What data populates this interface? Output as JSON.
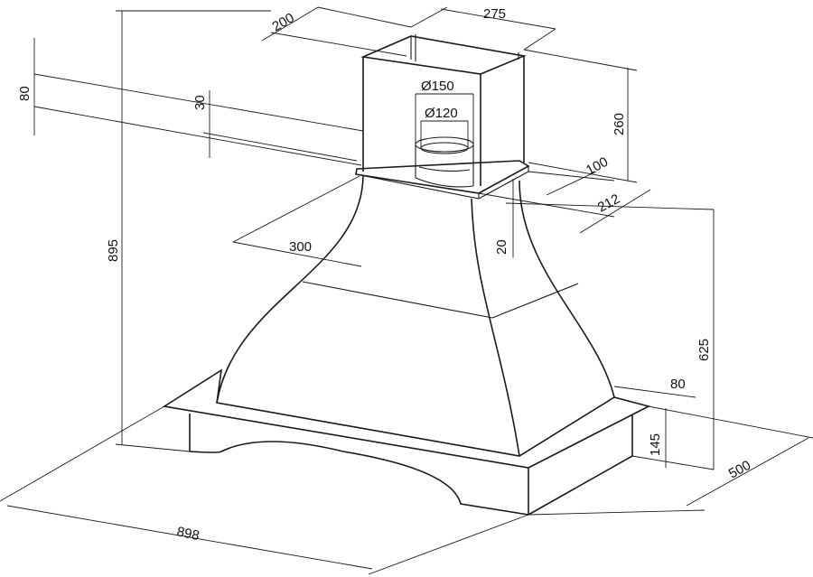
{
  "drawing": {
    "colors": {
      "line": "#1a1a1a",
      "background": "#ffffff"
    },
    "dimensions": {
      "chimney_depth": "200",
      "chimney_width": "275",
      "chimney_height": "260",
      "offset_80": "80",
      "offset_30": "30",
      "duct_outer": "Ø150",
      "duct_inner": "Ø120",
      "offset_100": "100",
      "offset_212": "212",
      "hood_depth": "300",
      "collar_20": "20",
      "total_height": "895",
      "body_height": "625",
      "canopy_edge": "80",
      "canopy_height": "145",
      "depth": "500",
      "width": "898"
    }
  }
}
